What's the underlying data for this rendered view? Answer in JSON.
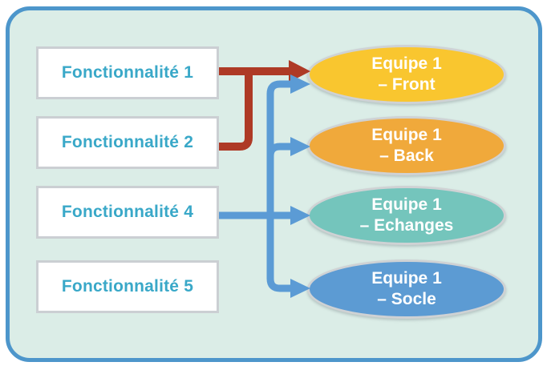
{
  "diagram": {
    "features": [
      {
        "label": "Fonctionnalité 1"
      },
      {
        "label": "Fonctionnalité 2"
      },
      {
        "label": "Fonctionnalité 4"
      },
      {
        "label": "Fonctionnalité 5"
      }
    ],
    "teams": [
      {
        "line1": "Equipe 1",
        "line2": "– Front",
        "color": "#F9C62F"
      },
      {
        "line1": "Equipe 1",
        "line2": "– Back",
        "color": "#F0A93B"
      },
      {
        "line1": "Equipe 1",
        "line2": "– Echanges",
        "color": "#74C5BC"
      },
      {
        "line1": "Equipe 1",
        "line2": "– Socle",
        "color": "#5C9BD3"
      }
    ],
    "connections": [
      {
        "from": "Fonctionnalité 1",
        "to": "Equipe 1 – Front",
        "color": "red"
      },
      {
        "from": "Fonctionnalité 2",
        "to": "Equipe 1 – Front",
        "color": "red"
      },
      {
        "from": "Fonctionnalité 4",
        "to": "Equipe 1 – Front",
        "color": "blue"
      },
      {
        "from": "Fonctionnalité 4",
        "to": "Equipe 1 – Back",
        "color": "blue"
      },
      {
        "from": "Fonctionnalité 4",
        "to": "Equipe 1 – Echanges",
        "color": "blue"
      },
      {
        "from": "Fonctionnalité 4",
        "to": "Equipe 1 – Socle",
        "color": "blue"
      }
    ],
    "colors": {
      "background": "#DBEDE7",
      "frame_border": "#4D96CB",
      "feature_fill": "#FFFFFF",
      "feature_border": "#CBCFD3",
      "feature_text": "#39A8C8",
      "ellipse_border": "#CFD2D4",
      "team_text": "#FFFFFF",
      "arrow_red": "#AE3A26",
      "arrow_blue": "#5B9BD5"
    }
  }
}
